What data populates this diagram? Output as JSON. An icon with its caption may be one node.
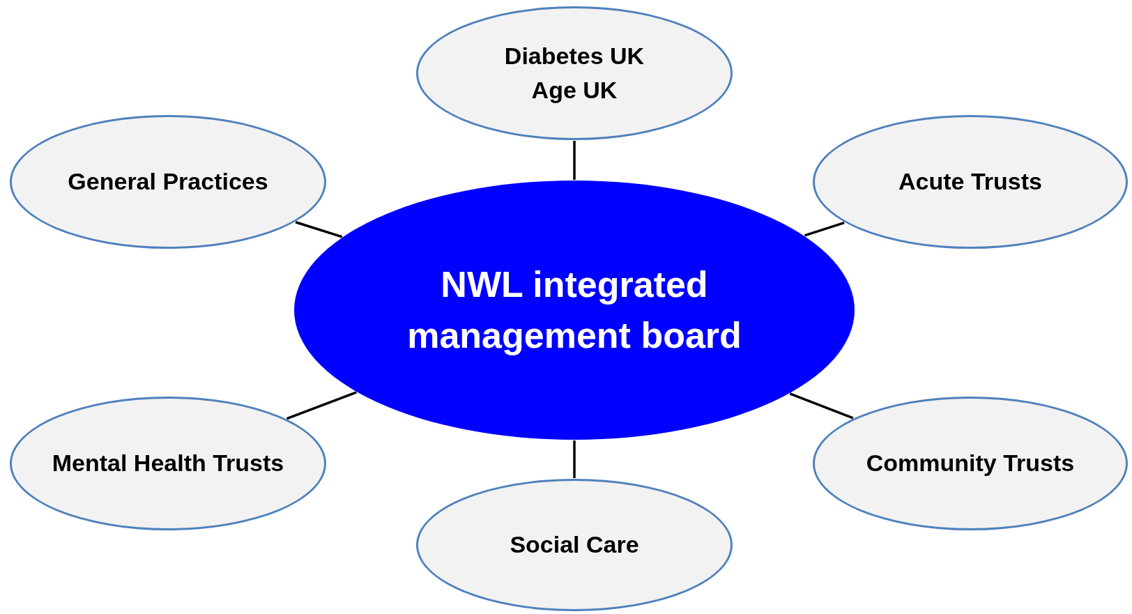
{
  "diagram": {
    "nodes": [
      {
        "text": [
          "NWL integrated management board"
        ]
      },
      {
        "text": [
          "Diabetes UK",
          "Age UK"
        ]
      },
      {
        "text": [
          "General Practices"
        ]
      },
      {
        "text": [
          "Acute Trusts"
        ]
      },
      {
        "text": [
          "Mental Health Trusts"
        ]
      },
      {
        "text": [
          "Community Trusts"
        ]
      },
      {
        "text": [
          "Social Care"
        ]
      }
    ],
    "edges": [
      {
        "from": 0,
        "to": 1,
        "arrow": "none"
      },
      {
        "from": 0,
        "to": 2,
        "arrow": "none"
      },
      {
        "from": 0,
        "to": 3,
        "arrow": "none"
      },
      {
        "from": 0,
        "to": 4,
        "arrow": "none"
      },
      {
        "from": 0,
        "to": 5,
        "arrow": "none"
      },
      {
        "from": 0,
        "to": 6,
        "arrow": "none"
      }
    ]
  }
}
